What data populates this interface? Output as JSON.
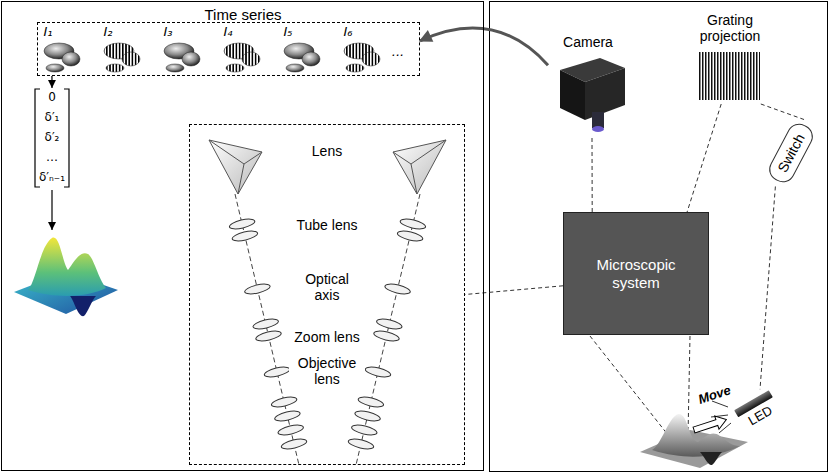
{
  "diagram": {
    "nodes": [
      {
        "text": [
          "Time series"
        ]
      },
      {
        "text": [
          "I₁",
          "I₂",
          "I₃",
          "I₄",
          "I₅",
          "I₆",
          "..."
        ],
        "in": 0
      },
      {
        "text": [
          "0",
          "δ′₁",
          "δ′₂",
          "…",
          "δ′ₙ₋₁"
        ],
        "in": 0
      },
      {
        "text": [
          "Lens",
          "Tube lens",
          "Optical axis",
          "Zoom lens",
          "Objective lens"
        ],
        "in": 0
      },
      {
        "text": [
          "Camera"
        ]
      },
      {
        "text": [
          "Grating projection"
        ]
      },
      {
        "text": [
          "Switch"
        ]
      },
      {
        "text": [
          "Microscopic system"
        ]
      },
      {
        "text": [
          "LED"
        ]
      }
    ],
    "edges": [
      {
        "from": 4,
        "to": 1,
        "arrow": "to"
      },
      {
        "from": 1,
        "to": 2,
        "arrow": "to"
      },
      {
        "from": 4,
        "to": 7,
        "arrow": "none"
      },
      {
        "from": 5,
        "to": 7,
        "arrow": "none"
      },
      {
        "from": 5,
        "to": 6,
        "arrow": "none"
      },
      {
        "from": 6,
        "to": 8,
        "arrow": "none"
      },
      {
        "from": 7,
        "to": 3,
        "arrow": "none"
      }
    ],
    "labels": [
      "Move"
    ]
  }
}
